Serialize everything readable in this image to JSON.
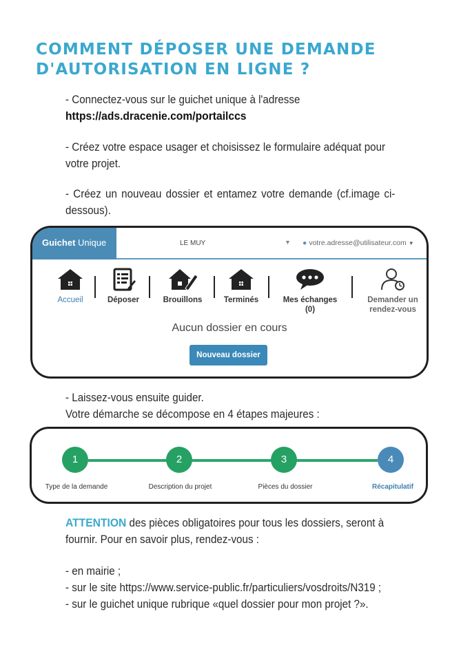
{
  "title": "COMMENT DÉPOSER UNE DEMANDE D'AUTORISATION EN LIGNE ?",
  "intro": {
    "p1_text": "- Connectez-vous sur le guichet unique à l'adresse",
    "p1_url": "https://ads.dracenie.com/portailccs",
    "p2_text": "- Créez votre espace usager et choisissez le formulaire adéquat pour votre projet.",
    "p3_text": "- Créez un nouveau dossier et entamez votre demande (cf.image ci-dessous)."
  },
  "portal": {
    "brand_bold": "Guichet",
    "brand_rest": " Unique",
    "town": "LE MUY",
    "user_email": "votre.adresse@utilisateur.com",
    "nav": [
      {
        "label": "Accueil",
        "icon": "home-icon"
      },
      {
        "label": "Déposer",
        "icon": "form-list-icon"
      },
      {
        "label": "Brouillons",
        "icon": "house-edit-icon"
      },
      {
        "label": "Terminés",
        "icon": "home-icon"
      },
      {
        "label": "Mes échanges (0)",
        "icon": "chat-bubbles-icon"
      },
      {
        "label": "Demander un rendez-vous",
        "icon": "users-clock-icon"
      }
    ],
    "empty_message": "Aucun dossier en cours",
    "new_button": "Nouveau dossier"
  },
  "guide": {
    "line1": "- Laissez-vous ensuite guider.",
    "line2": "Votre démarche se décompose en 4 étapes majeures :"
  },
  "stepper": {
    "steps": [
      {
        "number": "1",
        "label": "Type de la demande"
      },
      {
        "number": "2",
        "label": "Description du projet"
      },
      {
        "number": "3",
        "label": "Pièces du dossier"
      },
      {
        "number": "4",
        "label": "Récapitulatif"
      }
    ],
    "colors": {
      "done": "#25a163",
      "current": "#4a8ab8"
    }
  },
  "attention": {
    "word": "ATTENTION",
    "text": " des pièces obligatoires pour tous les dossiers, seront à fournir. Pour en savoir plus, rendez-vous :"
  },
  "links": [
    "- en mairie ;",
    "- sur le site https://www.service-public.fr/particuliers/vosdroits/N319 ;",
    "- sur le guichet unique rubrique «quel dossier pour mon projet ?»."
  ],
  "colors": {
    "accent": "#3aa8cf",
    "brand": "#4a8cb6"
  }
}
